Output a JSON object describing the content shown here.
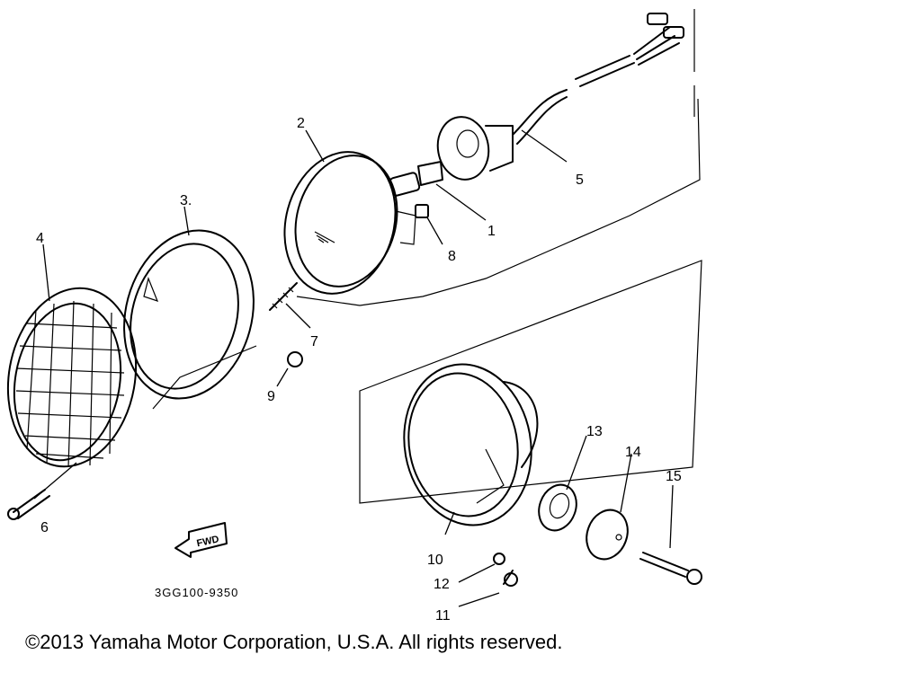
{
  "diagram": {
    "callouts": {
      "c1": "1",
      "c2": "2",
      "c3": "3.",
      "c4": "4",
      "c5": "5",
      "c6": "6",
      "c7": "7",
      "c8": "8",
      "c9": "9",
      "c10": "10",
      "c11": "11",
      "c12": "12",
      "c13": "13",
      "c14": "14",
      "c15": "15"
    },
    "fwd_label": "FWD",
    "drawing_code": "3GG100-9350",
    "copyright": "©2013 Yamaha Motor Corporation, U.S.A. All rights reserved."
  }
}
